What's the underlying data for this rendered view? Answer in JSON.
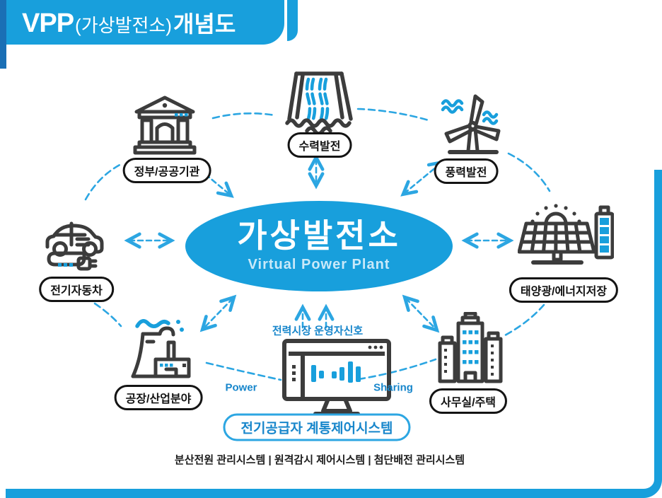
{
  "title": {
    "vpp": "VPP",
    "paren": "(가상발전소)",
    "suffix": "개념도"
  },
  "center": {
    "main": "가상발전소",
    "sub": "Virtual Power Plant"
  },
  "nodes": {
    "hydro": {
      "label": "수력발전",
      "icon": "dam-icon"
    },
    "wind": {
      "label": "풍력발전",
      "icon": "wind-turbine-icon"
    },
    "gov": {
      "label": "정부/공공기관",
      "icon": "government-building-icon"
    },
    "ev": {
      "label": "전기자동차",
      "icon": "electric-car-icon"
    },
    "solar": {
      "label": "태양광/에너지저장",
      "icon": "solar-battery-icon"
    },
    "factory": {
      "label": "공장/산업분야",
      "icon": "factory-icon"
    },
    "office": {
      "label": "사무실/주택",
      "icon": "office-buildings-icon"
    },
    "control": {
      "icon": "control-monitor-icon"
    }
  },
  "annotations": {
    "market_signal": "전력시장 운영자신호",
    "power": "Power",
    "sharing": "Sharing"
  },
  "system": {
    "pill": "전기공급자 계통제어시스템",
    "caption": "분산전원 관리시스템 | 원격감시 제어시스템 | 첨단배전 관리시스템"
  },
  "colors": {
    "primary_blue": "#189FDC",
    "dark_blue": "#1A6FB5",
    "arrow_blue": "#2CA6E2",
    "label_blue": "#1786CB",
    "icon_ink": "#3C3C3C"
  }
}
